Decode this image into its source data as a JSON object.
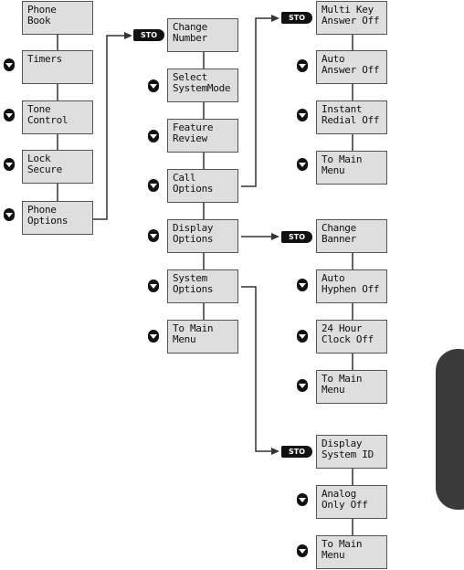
{
  "menu": {
    "main": [
      {
        "label": "Phone\nBook"
      },
      {
        "label": "Timers"
      },
      {
        "label": "Tone\nControl"
      },
      {
        "label": "Lock\nSecure"
      },
      {
        "label": "Phone\nOptions"
      }
    ],
    "phone_options": [
      {
        "label": "Change\nNumber"
      },
      {
        "label": "Select\nSystemMode"
      },
      {
        "label": "Feature\nReview"
      },
      {
        "label": "Call\nOptions"
      },
      {
        "label": "Display\nOptions"
      },
      {
        "label": "System\nOptions"
      },
      {
        "label": "To Main\nMenu"
      }
    ],
    "call_options": [
      {
        "label": "Multi Key\nAnswer Off"
      },
      {
        "label": "Auto\nAnswer Off"
      },
      {
        "label": "Instant\nRedial Off"
      },
      {
        "label": "To Main\nMenu"
      }
    ],
    "display_options": [
      {
        "label": "Change\nBanner"
      },
      {
        "label": "Auto\nHyphen Off"
      },
      {
        "label": "24 Hour\nClock Off"
      },
      {
        "label": "To Main\nMenu"
      }
    ],
    "system_options": [
      {
        "label": "Display\nSystem ID"
      },
      {
        "label": "Analog\nOnly Off"
      },
      {
        "label": "To Main\nMenu"
      }
    ]
  },
  "sto_label": "STO",
  "colors": {
    "box_fill": "#dedede",
    "box_border": "#555555",
    "line": "#333333",
    "icon": "#111111",
    "side_tab": "#3a3a3a"
  }
}
